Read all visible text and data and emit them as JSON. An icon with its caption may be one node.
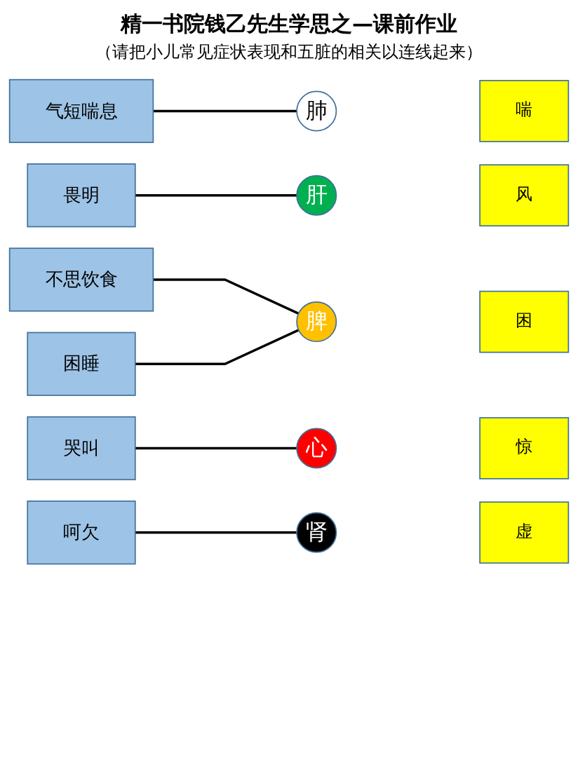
{
  "diagram": {
    "title": "精一书院钱乙先生学思之—课前作业",
    "nodes": [
      {
        "text": [
          "气短喘息"
        ]
      },
      {
        "text": [
          "畏明"
        ]
      },
      {
        "text": [
          "不思饮食"
        ]
      },
      {
        "text": [
          "哭叫"
        ]
      },
      {
        "text": [
          "困睡"
        ]
      },
      {
        "text": [
          "呵欠"
        ]
      },
      {
        "text": [
          "心"
        ]
      },
      {
        "text": [
          "惊"
        ]
      },
      {
        "text": [
          "肝"
        ]
      },
      {
        "text": [
          "风"
        ]
      },
      {
        "text": [
          "脾"
        ]
      },
      {
        "text": [
          "困"
        ]
      },
      {
        "text": [
          "肺"
        ]
      },
      {
        "text": [
          "喘"
        ]
      },
      {
        "text": [
          "肾"
        ]
      },
      {
        "text": [
          "虚"
        ]
      }
    ],
    "edges": [
      {
        "from": 0,
        "to": 12,
        "arrow": "none"
      },
      {
        "from": 1,
        "to": 8,
        "arrow": "none"
      },
      {
        "from": 2,
        "to": 10,
        "arrow": "none"
      },
      {
        "from": 3,
        "to": 6,
        "arrow": "none"
      },
      {
        "from": 4,
        "to": 10,
        "arrow": "none"
      },
      {
        "from": 5,
        "to": 14,
        "arrow": "none"
      }
    ],
    "labels": [
      "（请把小儿常见症状表现和五脏的相关以连线起来）"
    ]
  }
}
